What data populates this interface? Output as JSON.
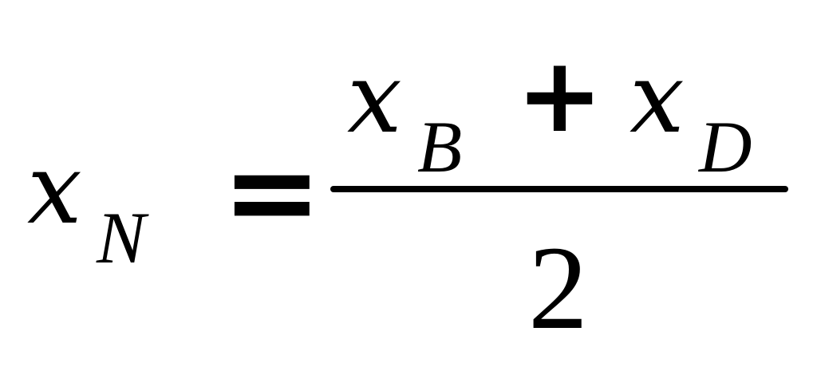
{
  "equation": {
    "lhs": {
      "variable": "x",
      "subscript": "N"
    },
    "equals": "=",
    "numerator": {
      "term1": {
        "variable": "x",
        "subscript": "B"
      },
      "operator": "+",
      "term2": {
        "variable": "x",
        "subscript": "D"
      }
    },
    "denominator": "2"
  },
  "colors": {
    "ink": "#000000",
    "background": "#ffffff"
  }
}
